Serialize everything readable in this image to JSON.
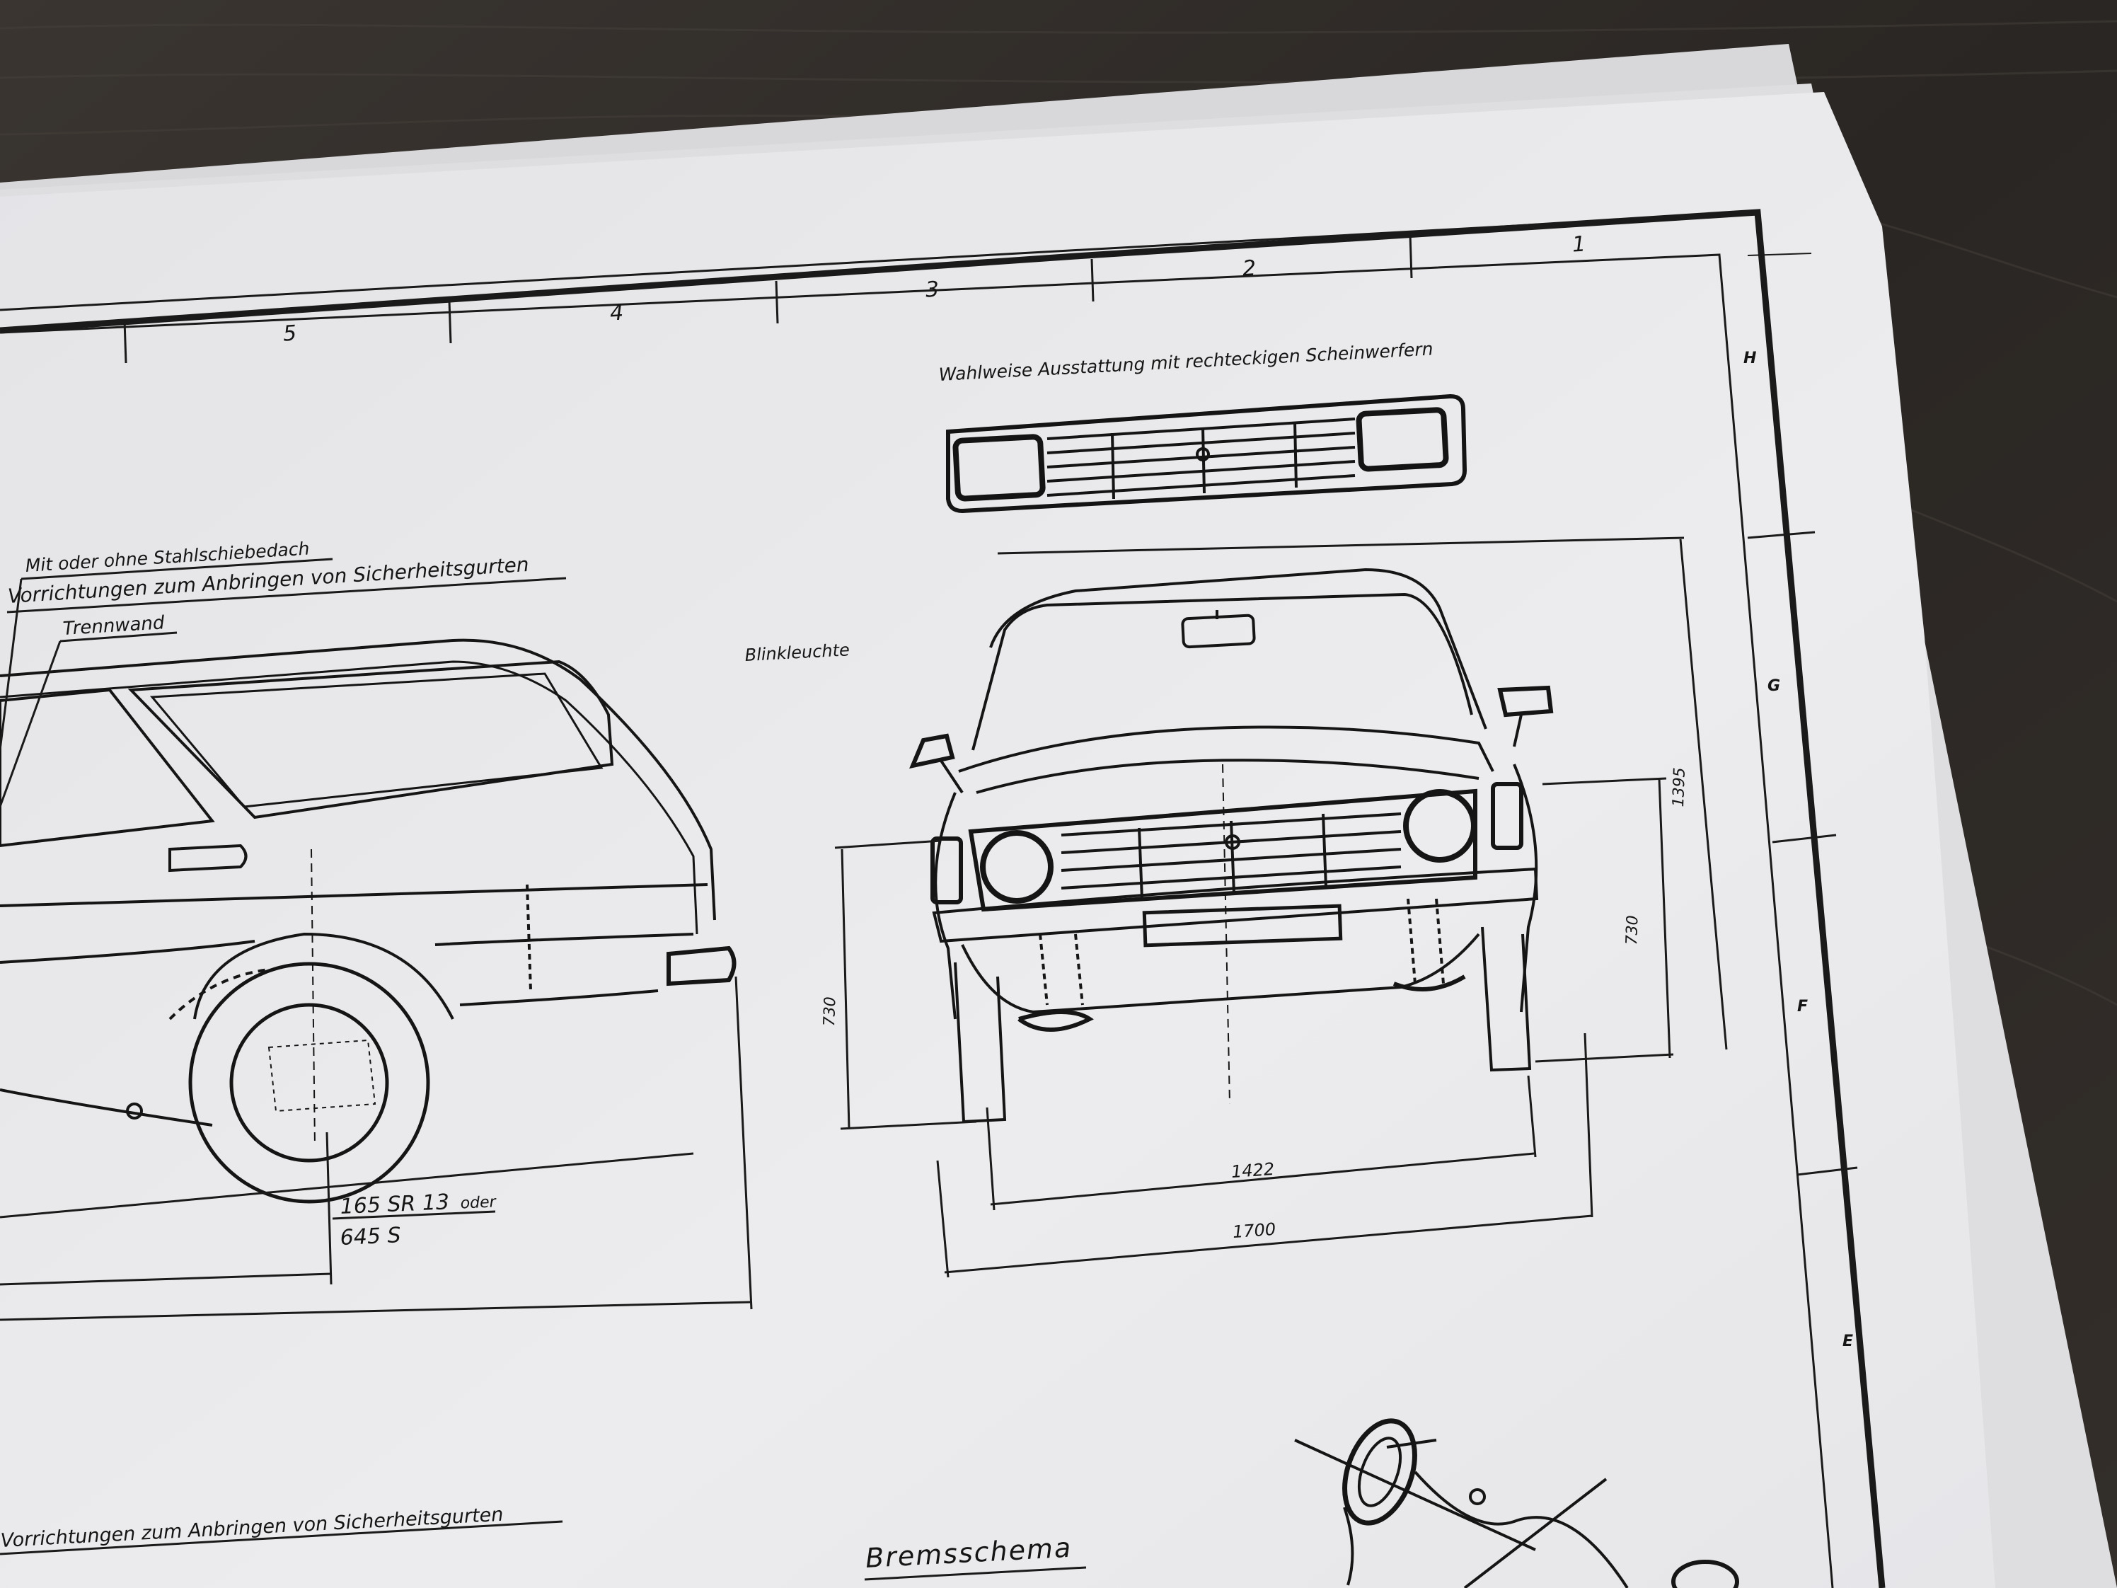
{
  "drawing": {
    "grid_columns": [
      "5",
      "4",
      "3",
      "2",
      "1"
    ],
    "grid_rows": [
      "H",
      "G",
      "F",
      "E"
    ],
    "optional_equipment_note": "Wahlweise Ausstattung mit rechteckigen Scheinwerfern",
    "callouts": {
      "sunroof": "Mit oder ohne Stahlschiebedach",
      "seatbelt_mounts_top": "Vorrichtungen zum Anbringen von Sicherheitsgurten",
      "partition": "Trennwand",
      "turn_signal": "Blinkleuchte",
      "tyre_line1": "165 SR 13",
      "tyre_or": "oder",
      "tyre_line2": "645 S",
      "seatbelt_mounts_bottom": "Vorrichtungen zum Anbringen von Sicherheitsgurten"
    },
    "dimensions": {
      "overall_height": "1395",
      "bumper_height_right": "730",
      "bumper_height_left": "730",
      "track_width": "1422",
      "overall_width": "1700"
    },
    "section_title": "Bremsschema"
  },
  "colors": {
    "background_wood": "#2e2a27",
    "paper": "#e9e9eb",
    "ink": "#1a1a1a"
  }
}
